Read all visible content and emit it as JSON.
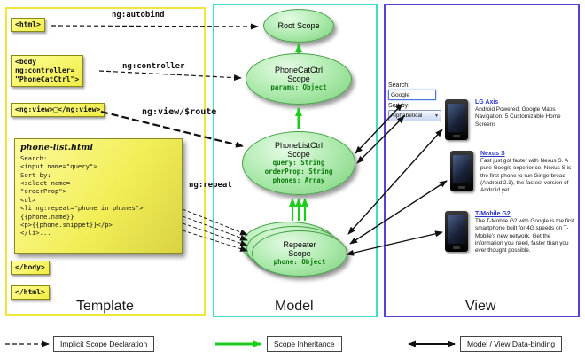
{
  "columns": {
    "template_label": "Template",
    "model_label": "Model",
    "view_label": "View"
  },
  "template": {
    "tags": {
      "html_open": "<html>",
      "body_open": "<body\nng:controller=\n\"PhoneCatCtrl\">",
      "ng_view": "<ng:view>□</ng:view>",
      "body_close": "</body>",
      "html_close": "</html>"
    },
    "note": {
      "title": "phone-list.html",
      "code_lines": [
        "Search:",
        "<input name=\"query\">",
        "Sort by:",
        "<select name=",
        "\"orderProp\">",
        "<ul>",
        "<li ng:repeat=\"phone in phones\">",
        "{{phone.name}}",
        "<p>{{phone.snippet}}</p>",
        "</li>..."
      ]
    }
  },
  "arrow_labels": {
    "autobind": "ng:autobind",
    "controller": "ng:controller",
    "view_route": "ng:view/$route",
    "repeat": "ng:repeat"
  },
  "model": {
    "scopes": {
      "root": {
        "name": "Root Scope"
      },
      "phonecat": {
        "name": "PhoneCatCtrl Scope",
        "props": [
          "params: Object"
        ]
      },
      "phonelist": {
        "name": "PhoneListCtrl Scope",
        "props": [
          "query: String",
          "orderProp: String",
          "phones: Array"
        ]
      },
      "repeater": {
        "name": "Repeater Scope",
        "props": [
          "phone: Object"
        ]
      }
    }
  },
  "view": {
    "search_label": "Search:",
    "search_value": "Google",
    "sort_label": "Sort by:",
    "sort_value": "Alphabetical",
    "phones": [
      {
        "name": "LG Axis",
        "desc": "Android Powered, Google Maps Navigation, 5 Customizable Home Screens"
      },
      {
        "name": "Nexus S",
        "desc": "Fast just got faster with Nexus S. A pure Google experience, Nexus S is the first phone to run Gingerbread (Android 2.3), the fastest version of Android yet."
      },
      {
        "name": "T-Mobile G2",
        "desc": "The T-Mobile G2 with Google is the first smartphone built for 4G speeds on T-Mobile's new network. Get the information you need, faster than you ever thought possible."
      }
    ]
  },
  "legend": {
    "implicit": "Implicit Scope Declaration",
    "inheritance": "Scope Inheritance",
    "binding": "Model / View Data-binding"
  },
  "colors": {
    "template_border": "#f0e63c",
    "model_border": "#3fdcc8",
    "view_border": "#5b3fd0",
    "tag_fill": "#f7f14f",
    "scope_fill": "#9fe49f",
    "inheritance_arrow": "#1ecc1e",
    "link": "#2a35c8"
  }
}
